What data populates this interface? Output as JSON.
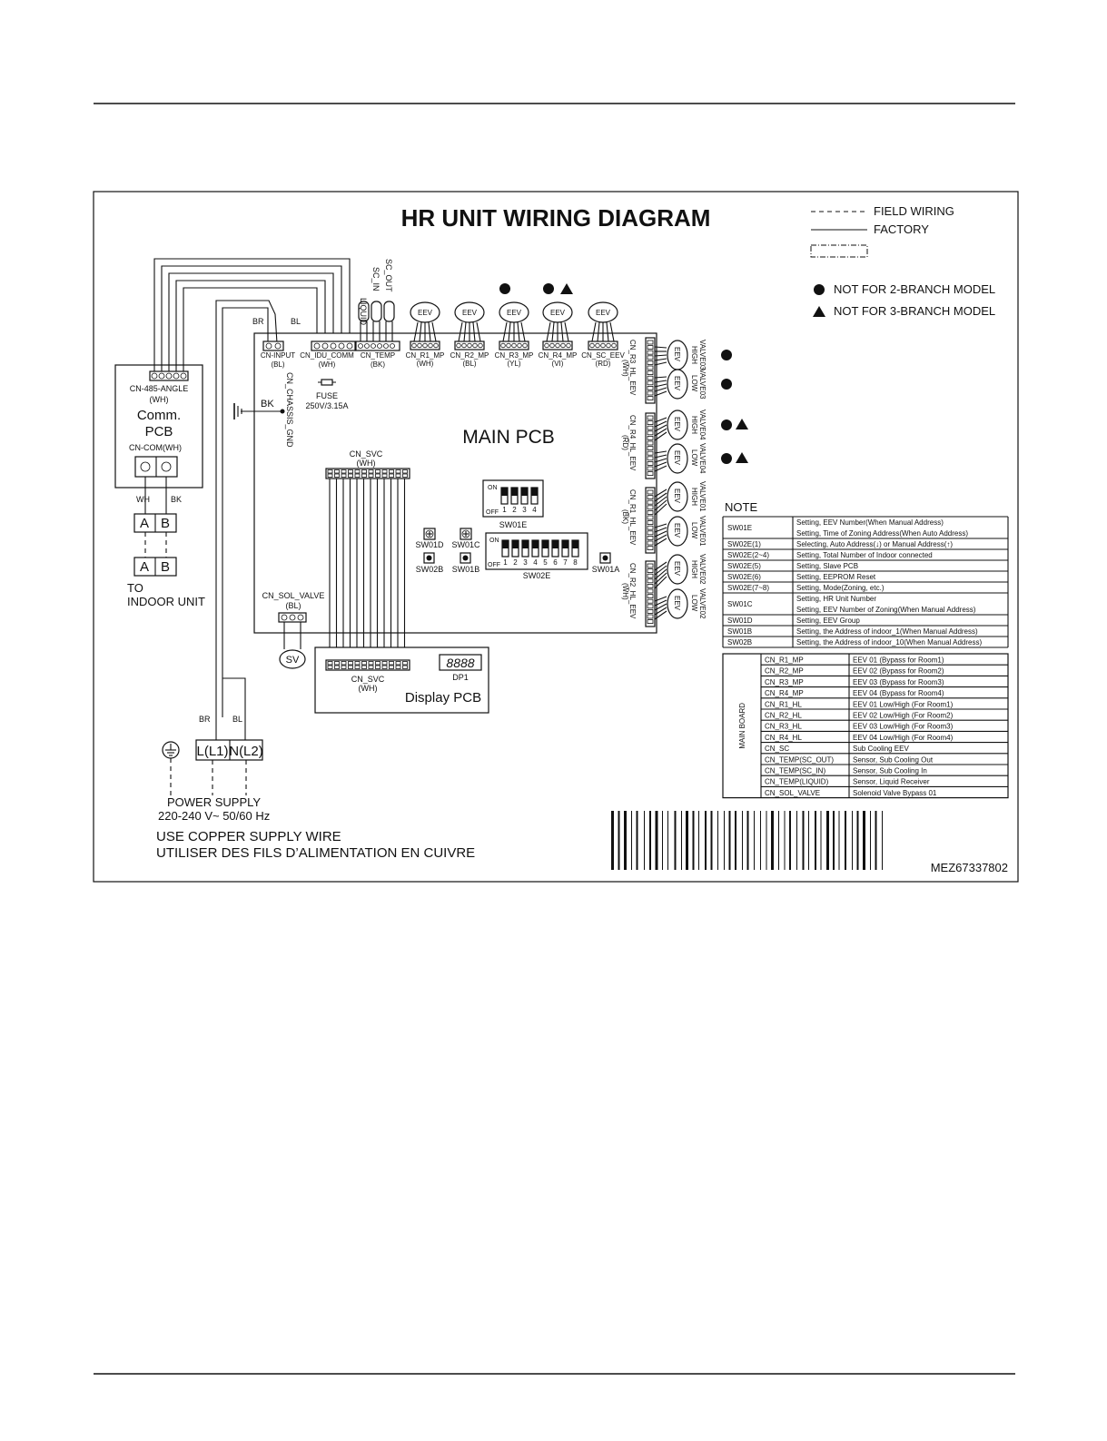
{
  "title": "HR UNIT WIRING DIAGRAM",
  "legend": {
    "field_wiring": "FIELD WIRING",
    "factory": "FACTORY",
    "not_2_branch": "NOT FOR 2-BRANCH MODEL",
    "not_3_branch": "NOT FOR 3-BRANCH MODEL"
  },
  "comm_pcb": {
    "connector": "CN-485-ANGLE",
    "connector_color": "(WH)",
    "title_line1": "Comm.",
    "title_line2": "PCB",
    "com": "CN-COM(WH)",
    "wire_wh": "WH",
    "wire_bk": "BK",
    "term_a": "A",
    "term_b": "B",
    "indoor_a": "A",
    "indoor_b": "B",
    "to_line1": "TO",
    "to_line2": "INDOOR UNIT"
  },
  "main_pcb": {
    "title": "MAIN PCB",
    "br": "BR",
    "bl": "BL",
    "bk": "BK",
    "cn_input": "CN-INPUT",
    "cn_input_color": "(BL)",
    "cn_idu_comm": "CN_IDU_COMM",
    "cn_idu_comm_color": "(WH)",
    "cn_temp": "CN_TEMP",
    "cn_temp_color": "(BK)",
    "sensor_liquid": "LIQUID",
    "sensor_sc_in": "SC_IN",
    "sensor_sc_out": "SC_OUT",
    "chassis": "CN_CHASSIS_GND",
    "fuse": "FUSE",
    "fuse_rating": "250V/3.15A",
    "cn_svc": "CN_SVC",
    "cn_svc_color": "(WH)",
    "cn_sol_valve": "CN_SOL_VALVE",
    "cn_sol_valve_color": "(BL)",
    "sv": "SV",
    "on": "ON",
    "off": "OFF",
    "sw01e": "SW01E",
    "sw02e": "SW02E",
    "sw01d": "SW01D",
    "sw01c": "SW01C",
    "sw02b": "SW02B",
    "sw01b": "SW01B",
    "sw01a": "SW01A",
    "sw01e_nums": [
      "1",
      "2",
      "3",
      "4"
    ],
    "sw02e_nums": [
      "1",
      "2",
      "3",
      "4",
      "5",
      "6",
      "7",
      "8"
    ]
  },
  "mp_connectors": [
    {
      "name": "CN_R1_MP",
      "color": "(WH)",
      "eev": "EEV"
    },
    {
      "name": "CN_R2_MP",
      "color": "(BL)",
      "eev": "EEV"
    },
    {
      "name": "CN_R3_MP",
      "color": "(YL)",
      "eev": "EEV"
    },
    {
      "name": "CN_R4_MP",
      "color": "(VI)",
      "eev": "EEV"
    },
    {
      "name": "CN_SC_EEV",
      "color": "(RD)",
      "eev": "EEV"
    }
  ],
  "hl_connectors": [
    {
      "name": "CN_R3_HL_EEV",
      "color": "(WH)"
    },
    {
      "name": "CN_R4_HL_EEV",
      "color": "(RD)"
    },
    {
      "name": "CN_R1_HL_EEV",
      "color": "(BK)"
    },
    {
      "name": "CN_R2_HL_EEV",
      "color": "(WH)"
    }
  ],
  "valves": [
    {
      "eev": "EEV",
      "label1": "VALVE03",
      "label2": "HIGH"
    },
    {
      "eev": "EEV",
      "label1": "VALVE03",
      "label2": "LOW"
    },
    {
      "eev": "EEV",
      "label1": "VALVE04",
      "label2": "HIGH"
    },
    {
      "eev": "EEV",
      "label1": "VALVE04",
      "label2": "LOW"
    },
    {
      "eev": "EEV",
      "label1": "VALVE01",
      "label2": "HIGH"
    },
    {
      "eev": "EEV",
      "label1": "VALVE01",
      "label2": "LOW"
    },
    {
      "eev": "EEV",
      "label1": "VALVE02",
      "label2": "HIGH"
    },
    {
      "eev": "EEV",
      "label1": "VALVE02",
      "label2": "LOW"
    }
  ],
  "display_pcb": {
    "title": "Display PCB",
    "cn_svc": "CN_SVC",
    "cn_svc_color": "(WH)",
    "dp1": "DP1"
  },
  "power": {
    "br": "BR",
    "bl": "BL",
    "l1": "L(L1)",
    "n2": "N(L2)",
    "supply": "POWER SUPPLY",
    "voltage": "220-240 V~ 50/60 Hz",
    "warning_en": "USE COPPER SUPPLY WIRE",
    "warning_fr": "UTILISER DES FILS D’ALIMENTATION EN CUIVRE"
  },
  "note": {
    "title": "NOTE",
    "rows": [
      {
        "key": "SW01E",
        "vals": [
          "Setting, EEV Number(When Manual Address)",
          "Setting, Time of Zoning Address(When Auto Address)"
        ]
      },
      {
        "key": "SW02E(1)",
        "vals": [
          "Selecting, Auto Address(↓) or Manual Address(↑)"
        ]
      },
      {
        "key": "SW02E(2~4)",
        "vals": [
          "Setting, Total Number of Indoor connected"
        ]
      },
      {
        "key": "SW02E(5)",
        "vals": [
          "Setting, Slave PCB"
        ]
      },
      {
        "key": "SW02E(6)",
        "vals": [
          "Setting, EEPROM Reset"
        ]
      },
      {
        "key": "SW02E(7~8)",
        "vals": [
          "Setting, Mode(Zoning, etc.)"
        ]
      },
      {
        "key": "SW01C",
        "vals": [
          "Setting, HR Unit Number",
          "Setting, EEV Number of Zoning(When Manual Address)"
        ]
      },
      {
        "key": "SW01D",
        "vals": [
          "Setting, EEV Group"
        ]
      },
      {
        "key": "SW01B",
        "vals": [
          "Setting, the Address of indoor_1(When Manual Address)"
        ]
      },
      {
        "key": "SW02B",
        "vals": [
          "Setting, the Address of indoor_10(When Manual Address)"
        ]
      }
    ]
  },
  "main_board": {
    "label": "MAIN BOARD",
    "rows": [
      {
        "conn": "CN_R1_MP",
        "desc": "EEV 01 (Bypass for Room1)"
      },
      {
        "conn": "CN_R2_MP",
        "desc": "EEV 02 (Bypass for Room2)"
      },
      {
        "conn": "CN_R3_MP",
        "desc": "EEV 03 (Bypass for Room3)"
      },
      {
        "conn": "CN_R4_MP",
        "desc": "EEV 04 (Bypass for Room4)"
      },
      {
        "conn": "CN_R1_HL",
        "desc": "EEV 01 Low/High (For Room1)"
      },
      {
        "conn": "CN_R2_HL",
        "desc": "EEV 02 Low/High (For Room2)"
      },
      {
        "conn": "CN_R3_HL",
        "desc": "EEV 03 Low/High (For Room3)"
      },
      {
        "conn": "CN_R4_HL",
        "desc": "EEV 04 Low/High (For Room4)"
      },
      {
        "conn": "CN_SC",
        "desc": "Sub Cooling EEV"
      },
      {
        "conn": "CN_TEMP(SC_OUT)",
        "desc": "Sensor, Sub Cooling Out"
      },
      {
        "conn": "CN_TEMP(SC_IN)",
        "desc": "Sensor, Sub Cooling In"
      },
      {
        "conn": "CN_TEMP(LIQUID)",
        "desc": "Sensor, Liquid Receiver"
      },
      {
        "conn": "CN_SOL_VALVE",
        "desc": "Solenoid Valve Bypass 01"
      }
    ]
  },
  "part_number": "MEZ67337802"
}
